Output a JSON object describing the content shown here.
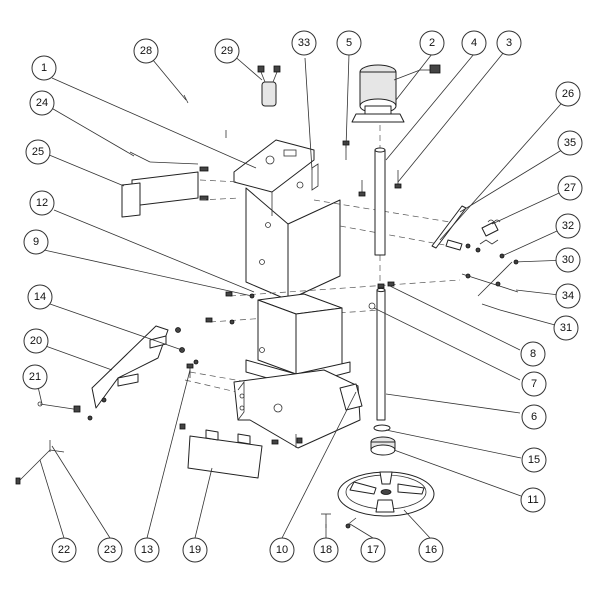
{
  "callouts": [
    {
      "id": "c1",
      "label": "1"
    },
    {
      "id": "c2",
      "label": "2"
    },
    {
      "id": "c3",
      "label": "3"
    },
    {
      "id": "c4",
      "label": "4"
    },
    {
      "id": "c5",
      "label": "5"
    },
    {
      "id": "c6",
      "label": "6"
    },
    {
      "id": "c7",
      "label": "7"
    },
    {
      "id": "c8",
      "label": "8"
    },
    {
      "id": "c9",
      "label": "9"
    },
    {
      "id": "c11",
      "label": "11"
    },
    {
      "id": "c12",
      "label": "12"
    },
    {
      "id": "c13",
      "label": "13"
    },
    {
      "id": "c14",
      "label": "14"
    },
    {
      "id": "c15",
      "label": "15"
    },
    {
      "id": "c16",
      "label": "16"
    },
    {
      "id": "c17",
      "label": "17"
    },
    {
      "id": "c18",
      "label": "18"
    },
    {
      "id": "c19",
      "label": "19"
    },
    {
      "id": "c20",
      "label": "20"
    },
    {
      "id": "c21",
      "label": "21"
    },
    {
      "id": "c22",
      "label": "22"
    },
    {
      "id": "c23",
      "label": "23"
    },
    {
      "id": "c24",
      "label": "24"
    },
    {
      "id": "c25",
      "label": "25"
    },
    {
      "id": "c26",
      "label": "26"
    },
    {
      "id": "c27",
      "label": "27"
    },
    {
      "id": "c28",
      "label": "28"
    },
    {
      "id": "c29",
      "label": "29"
    },
    {
      "id": "c30",
      "label": "30"
    },
    {
      "id": "c31",
      "label": "31"
    },
    {
      "id": "c32",
      "label": "32"
    },
    {
      "id": "c33",
      "label": "33"
    },
    {
      "id": "c34",
      "label": "34"
    },
    {
      "id": "c35",
      "label": "35"
    },
    {
      "id": "c10",
      "label": "10"
    }
  ]
}
